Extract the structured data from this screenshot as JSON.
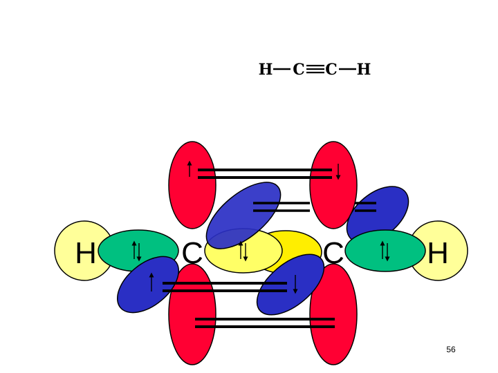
{
  "formula": {
    "atom1": "H",
    "bond1": "−",
    "atom2": "C",
    "bond2": "≡",
    "atom3": "C",
    "bond3": "−",
    "atom4": "H"
  },
  "atoms": {
    "h_left": "H",
    "c_left": "C",
    "c_right": "C",
    "h_right": "H"
  },
  "page_number": "56",
  "colors": {
    "hydrogen": "#ffff99",
    "sigma_ch": "#00c080",
    "sigma_cc": "#ffee00",
    "pi_red": "#ff0033",
    "pi_blue": "#2a2fc4",
    "outline": "#000000"
  },
  "icons": {
    "electron_pair": "up-down-arrows",
    "electron_up": "up-arrow",
    "electron_down": "down-arrow"
  }
}
